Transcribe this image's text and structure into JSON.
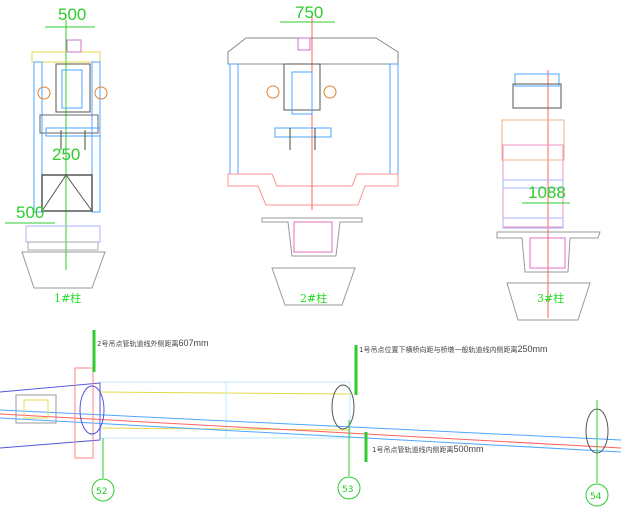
{
  "elevations": [
    {
      "label": "1#柱",
      "dims": [
        "500",
        "250",
        "500"
      ]
    },
    {
      "label": "2#柱",
      "dims": [
        "750"
      ]
    },
    {
      "label": "3#柱",
      "dims": [
        "1088"
      ]
    }
  ],
  "plan": {
    "notes": [
      {
        "text": "2号吊点管轨道线外侧距离",
        "value": "607mm"
      },
      {
        "text": "1号吊点位置下横桥向距与桥墩一般轨道线内侧距离",
        "value": "250mm"
      },
      {
        "text": "1号吊点管轨道线内侧距离",
        "value": "500mm"
      }
    ],
    "piers": [
      "52",
      "53",
      "54"
    ]
  },
  "colors": {
    "dimension": "#2ecc2e",
    "outline": "#999999",
    "frame": "#4da6ff",
    "deck": "#ff8080"
  }
}
